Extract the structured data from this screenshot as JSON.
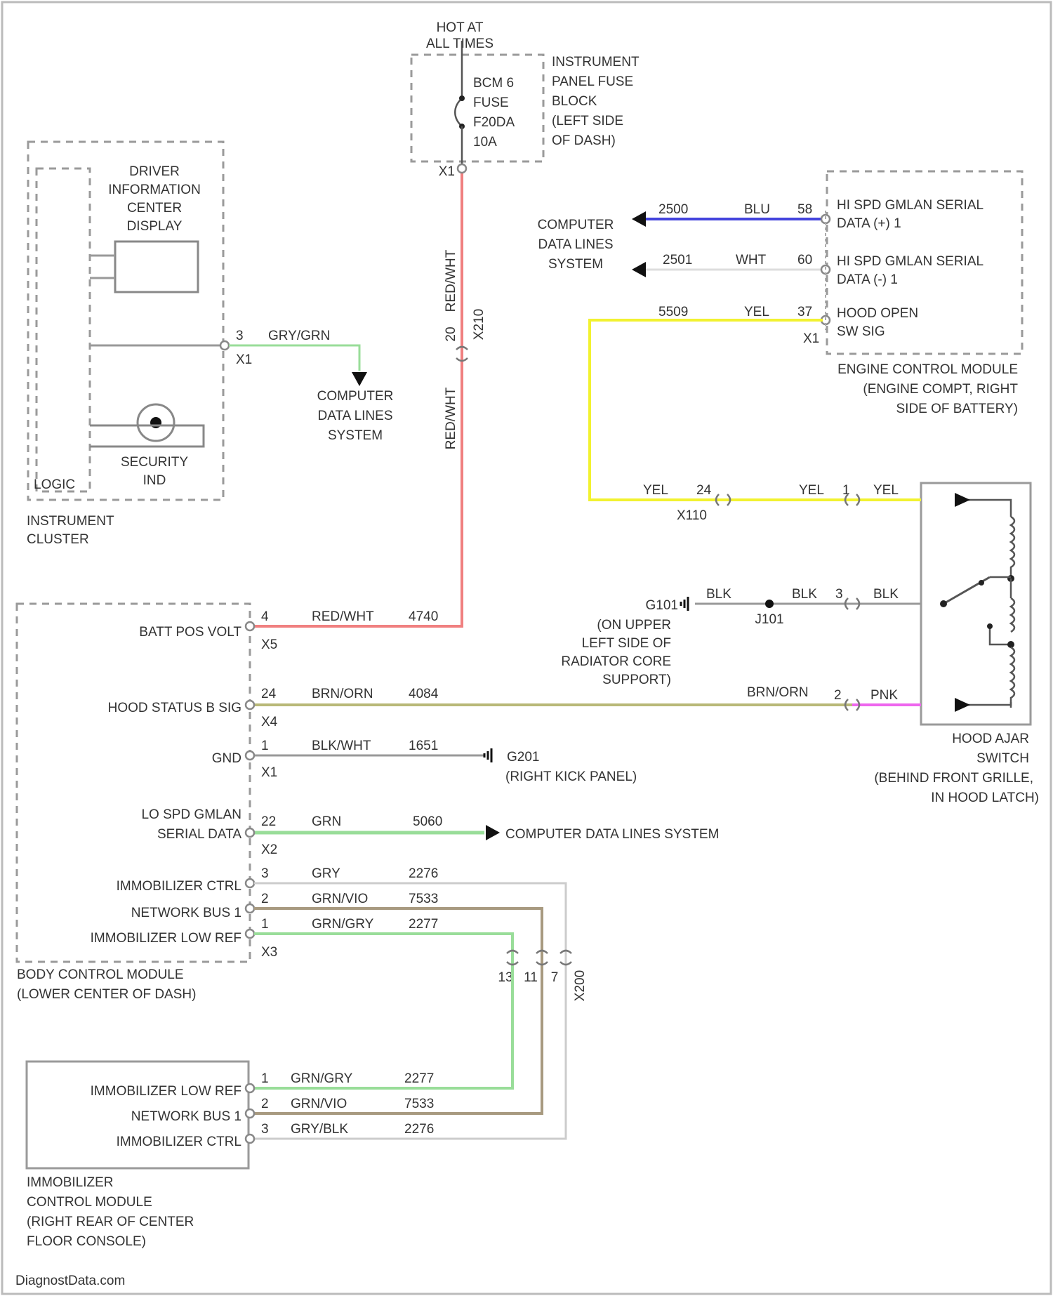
{
  "colors": {
    "red": "#f08080",
    "blue": "#4444dd",
    "yellow": "#f2f230",
    "green": "#99dd99",
    "olive": "#b8b878",
    "pink": "#ee66ee",
    "gray": "#999999",
    "tan": "#a89a80",
    "black": "#111111"
  },
  "fuse_block": {
    "hot": [
      "HOT AT",
      "ALL TIMES"
    ],
    "fuse": [
      "BCM 6",
      "FUSE",
      "F20DA",
      "10A"
    ],
    "block": [
      "INSTRUMENT",
      "PANEL FUSE",
      "BLOCK",
      "(LEFT SIDE",
      "OF DASH)"
    ],
    "pin": "X1"
  },
  "instrument_cluster": {
    "dic": [
      "DRIVER",
      "INFORMATION",
      "CENTER",
      "DISPLAY"
    ],
    "security": [
      "SECURITY",
      "IND"
    ],
    "logic": "LOGIC",
    "name": [
      "INSTRUMENT",
      "CLUSTER"
    ],
    "pin_num": "3",
    "connector": "X1",
    "wire_color": "GRY/GRN",
    "dest": [
      "COMPUTER",
      "DATA LINES",
      "SYSTEM"
    ]
  },
  "riser": {
    "upper_color": "RED/WHT",
    "lower_color": "RED/WHT",
    "circuit": "X210",
    "pin": "20"
  },
  "ecm": {
    "dest": [
      "COMPUTER",
      "DATA LINES",
      "SYSTEM"
    ],
    "rows": [
      {
        "circuit": "2500",
        "color": "BLU",
        "pin": "58",
        "label": [
          "HI SPD GMLAN SERIAL",
          "DATA (+) 1"
        ]
      },
      {
        "circuit": "2501",
        "color": "WHT",
        "pin": "60",
        "label": [
          "HI SPD GMLAN SERIAL",
          "DATA (-) 1"
        ]
      },
      {
        "circuit": "5509",
        "color": "YEL",
        "pin": "37",
        "label": [
          "HOOD OPEN",
          "SW SIG"
        ]
      }
    ],
    "connector": "X1",
    "name": [
      "ENGINE CONTROL MODULE",
      "(ENGINE COMPT, RIGHT",
      "SIDE OF BATTERY)"
    ]
  },
  "hood_switch": {
    "yel_left": "YEL",
    "x110_pin": "24",
    "x110": "X110",
    "yel_mid": "YEL",
    "pin1": "1",
    "yel_right": "YEL",
    "ground": "G101",
    "ground_color": "BLK",
    "splice": "J101",
    "blk_mid": "BLK",
    "pin3": "3",
    "blk_right": "BLK",
    "ground_loc": [
      "(ON UPPER",
      "LEFT SIDE OF",
      "RADIATOR CORE",
      "SUPPORT)"
    ],
    "brn_color": "BRN/ORN",
    "pin2": "2",
    "pnk": "PNK",
    "name": [
      "HOOD AJAR",
      "SWITCH",
      "(BEHIND FRONT GRILLE,",
      "IN HOOD LATCH)"
    ]
  },
  "bcm": {
    "rows": [
      {
        "label": [
          "BATT POS VOLT"
        ],
        "pin": "4",
        "color": "RED/WHT",
        "circuit": "4740",
        "conn": "X5"
      },
      {
        "label": [
          "HOOD STATUS B SIG"
        ],
        "pin": "24",
        "color": "BRN/ORN",
        "circuit": "4084",
        "conn": "X4"
      },
      {
        "label": [
          "GND"
        ],
        "pin": "1",
        "color": "BLK/WHT",
        "circuit": "1651",
        "conn": "X1"
      },
      {
        "label": [
          "LO SPD GMLAN",
          "SERIAL DATA"
        ],
        "pin": "22",
        "color": "GRN",
        "circuit": "5060",
        "conn": "X2"
      }
    ],
    "gnd_dest": [
      "G201",
      "(RIGHT KICK PANEL)"
    ],
    "lan_dest": "COMPUTER DATA LINES SYSTEM",
    "immo_rows": [
      {
        "label": "IMMOBILIZER CTRL",
        "pin": "3",
        "color": "GRY",
        "circuit": "2276"
      },
      {
        "label": "NETWORK BUS 1",
        "pin": "2",
        "color": "GRN/VIO",
        "circuit": "7533"
      },
      {
        "label": "IMMOBILIZER LOW REF",
        "pin": "1",
        "color": "GRN/GRY",
        "circuit": "2277"
      }
    ],
    "immo_conn": "X3",
    "name": [
      "BODY CONTROL MODULE",
      "(LOWER CENTER OF DASH)"
    ]
  },
  "x200": {
    "label": "X200",
    "pins": [
      "13",
      "11",
      "7"
    ]
  },
  "immobilizer": {
    "rows": [
      {
        "label": "IMMOBILIZER LOW REF",
        "pin": "1",
        "color": "GRN/GRY",
        "circuit": "2277"
      },
      {
        "label": "NETWORK BUS 1",
        "pin": "2",
        "color": "GRN/VIO",
        "circuit": "7533"
      },
      {
        "label": "IMMOBILIZER CTRL",
        "pin": "3",
        "color": "GRY/BLK",
        "circuit": "2276"
      }
    ],
    "name": [
      "IMMOBILIZER",
      "CONTROL MODULE",
      "(RIGHT REAR OF CENTER",
      "FLOOR CONSOLE)"
    ]
  },
  "footer": "DiagnostData.com"
}
